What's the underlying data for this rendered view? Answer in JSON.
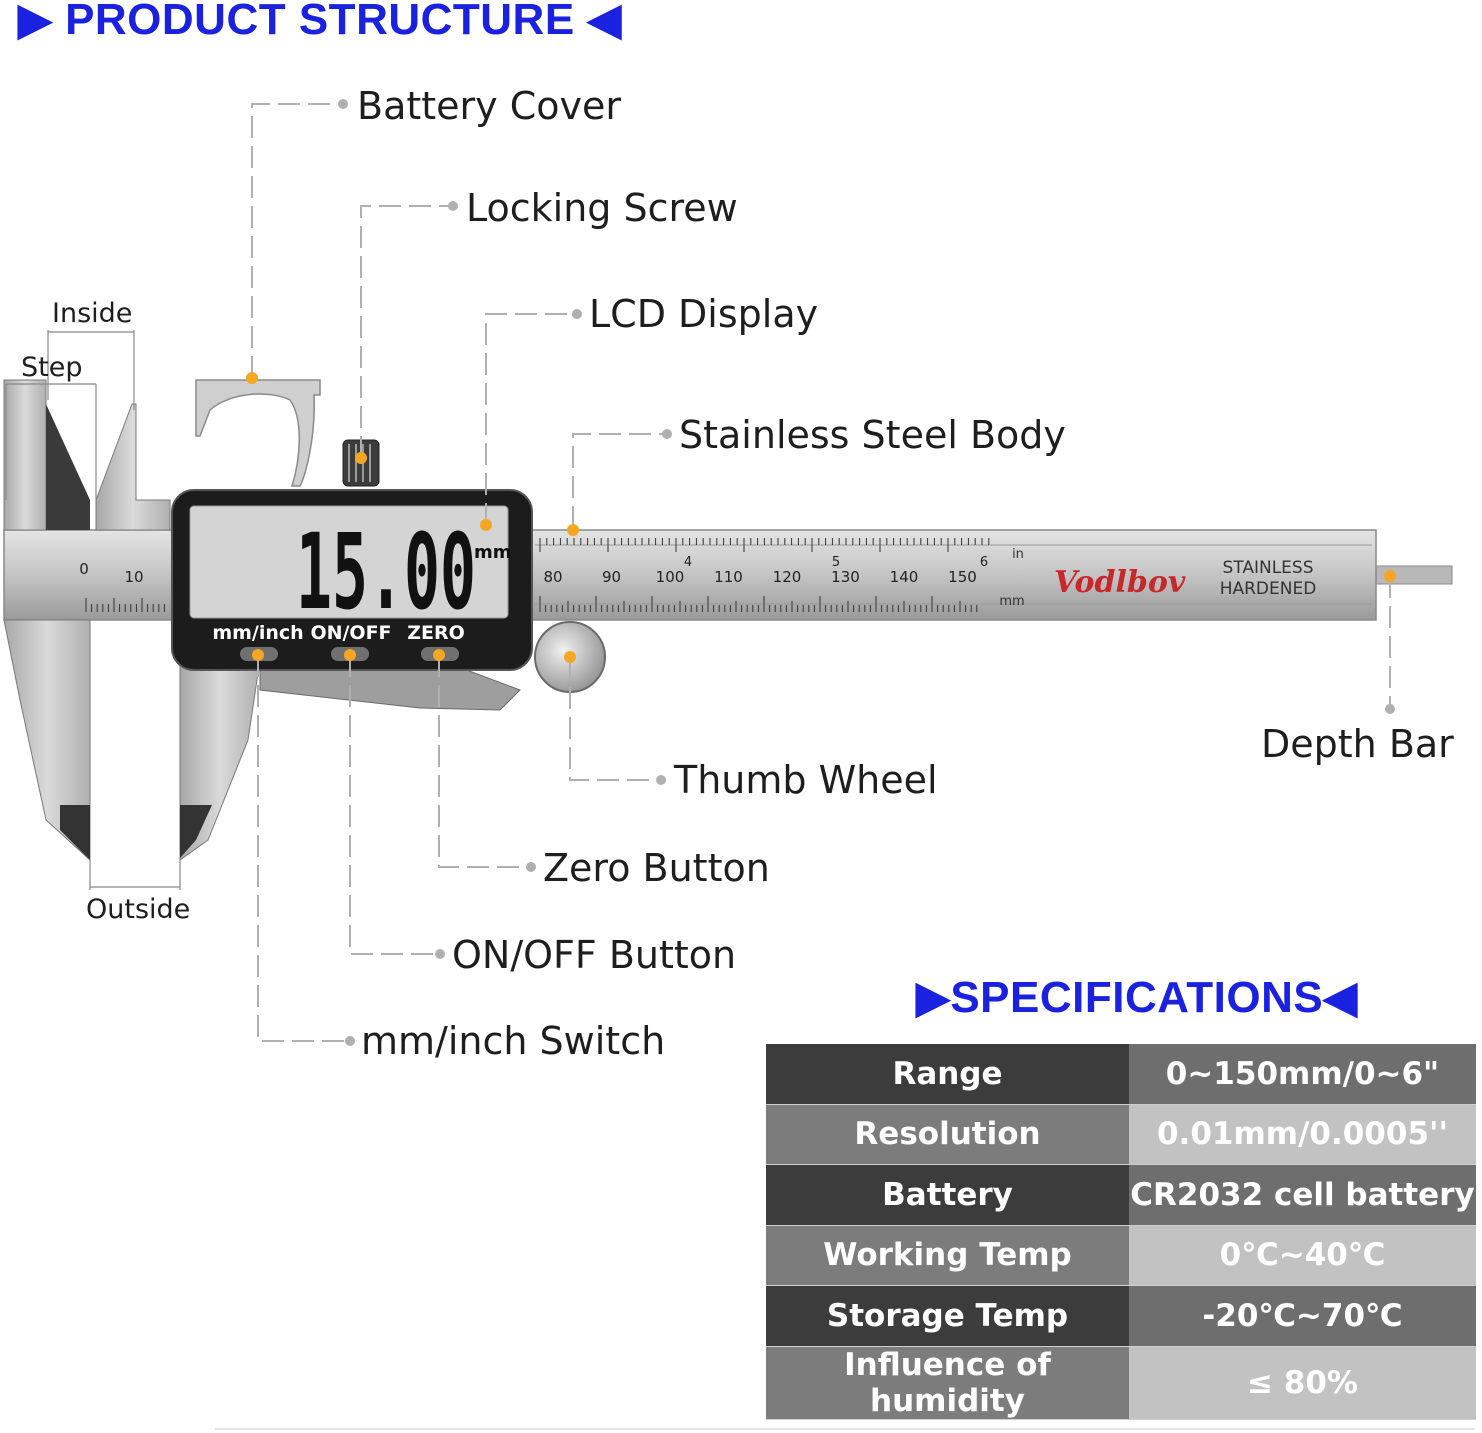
{
  "titles": {
    "product_structure": "▶ PRODUCT STRUCTURE ◀",
    "specifications": "▶SPECIFICATIONS◀"
  },
  "callouts": {
    "battery_cover": "Battery Cover",
    "locking_screw": "Locking Screw",
    "lcd_display": "LCD Display",
    "stainless_steel_body": "Stainless Steel Body",
    "thumb_wheel": "Thumb Wheel",
    "zero_button": "Zero Button",
    "onoff_button": "ON/OFF Button",
    "mm_inch_switch": "mm/inch Switch",
    "depth_bar": "Depth Bar",
    "inside": "Inside",
    "step": "Step",
    "outside": "Outside"
  },
  "caliper": {
    "lcd_reading": "15.00",
    "lcd_unit": "mm",
    "button_mm_inch": "mm/inch",
    "button_onoff": "ON/OFF",
    "button_zero": "ZERO",
    "brand": "Vodlbov",
    "stamp_line1": "STAINLESS",
    "stamp_line2": "HARDENED",
    "unit_in": "in",
    "unit_mm": "mm",
    "scale_mm": [
      "80",
      "90",
      "100",
      "110",
      "120",
      "130",
      "140",
      "150"
    ],
    "scale_left_0": "0",
    "scale_left_10": "10",
    "scale_in": [
      "4",
      "5",
      "6"
    ]
  },
  "specs": [
    {
      "key": "Range",
      "value": "0~150mm/0~6\""
    },
    {
      "key": "Resolution",
      "value": "0.01mm/0.0005''"
    },
    {
      "key": "Battery",
      "value": "CR2032 cell battery"
    },
    {
      "key": "Working Temp",
      "value": "0℃~40℃"
    },
    {
      "key": "Storage Temp",
      "value": "-20℃~70℃"
    },
    {
      "key": "Influence of humidity",
      "value": "≤ 80%"
    }
  ],
  "colors": {
    "title_blue": "#1a22e0",
    "marker_orange": "#f5a623",
    "steel": "#c8c8c8",
    "leader_gray": "#b0b0b0"
  }
}
